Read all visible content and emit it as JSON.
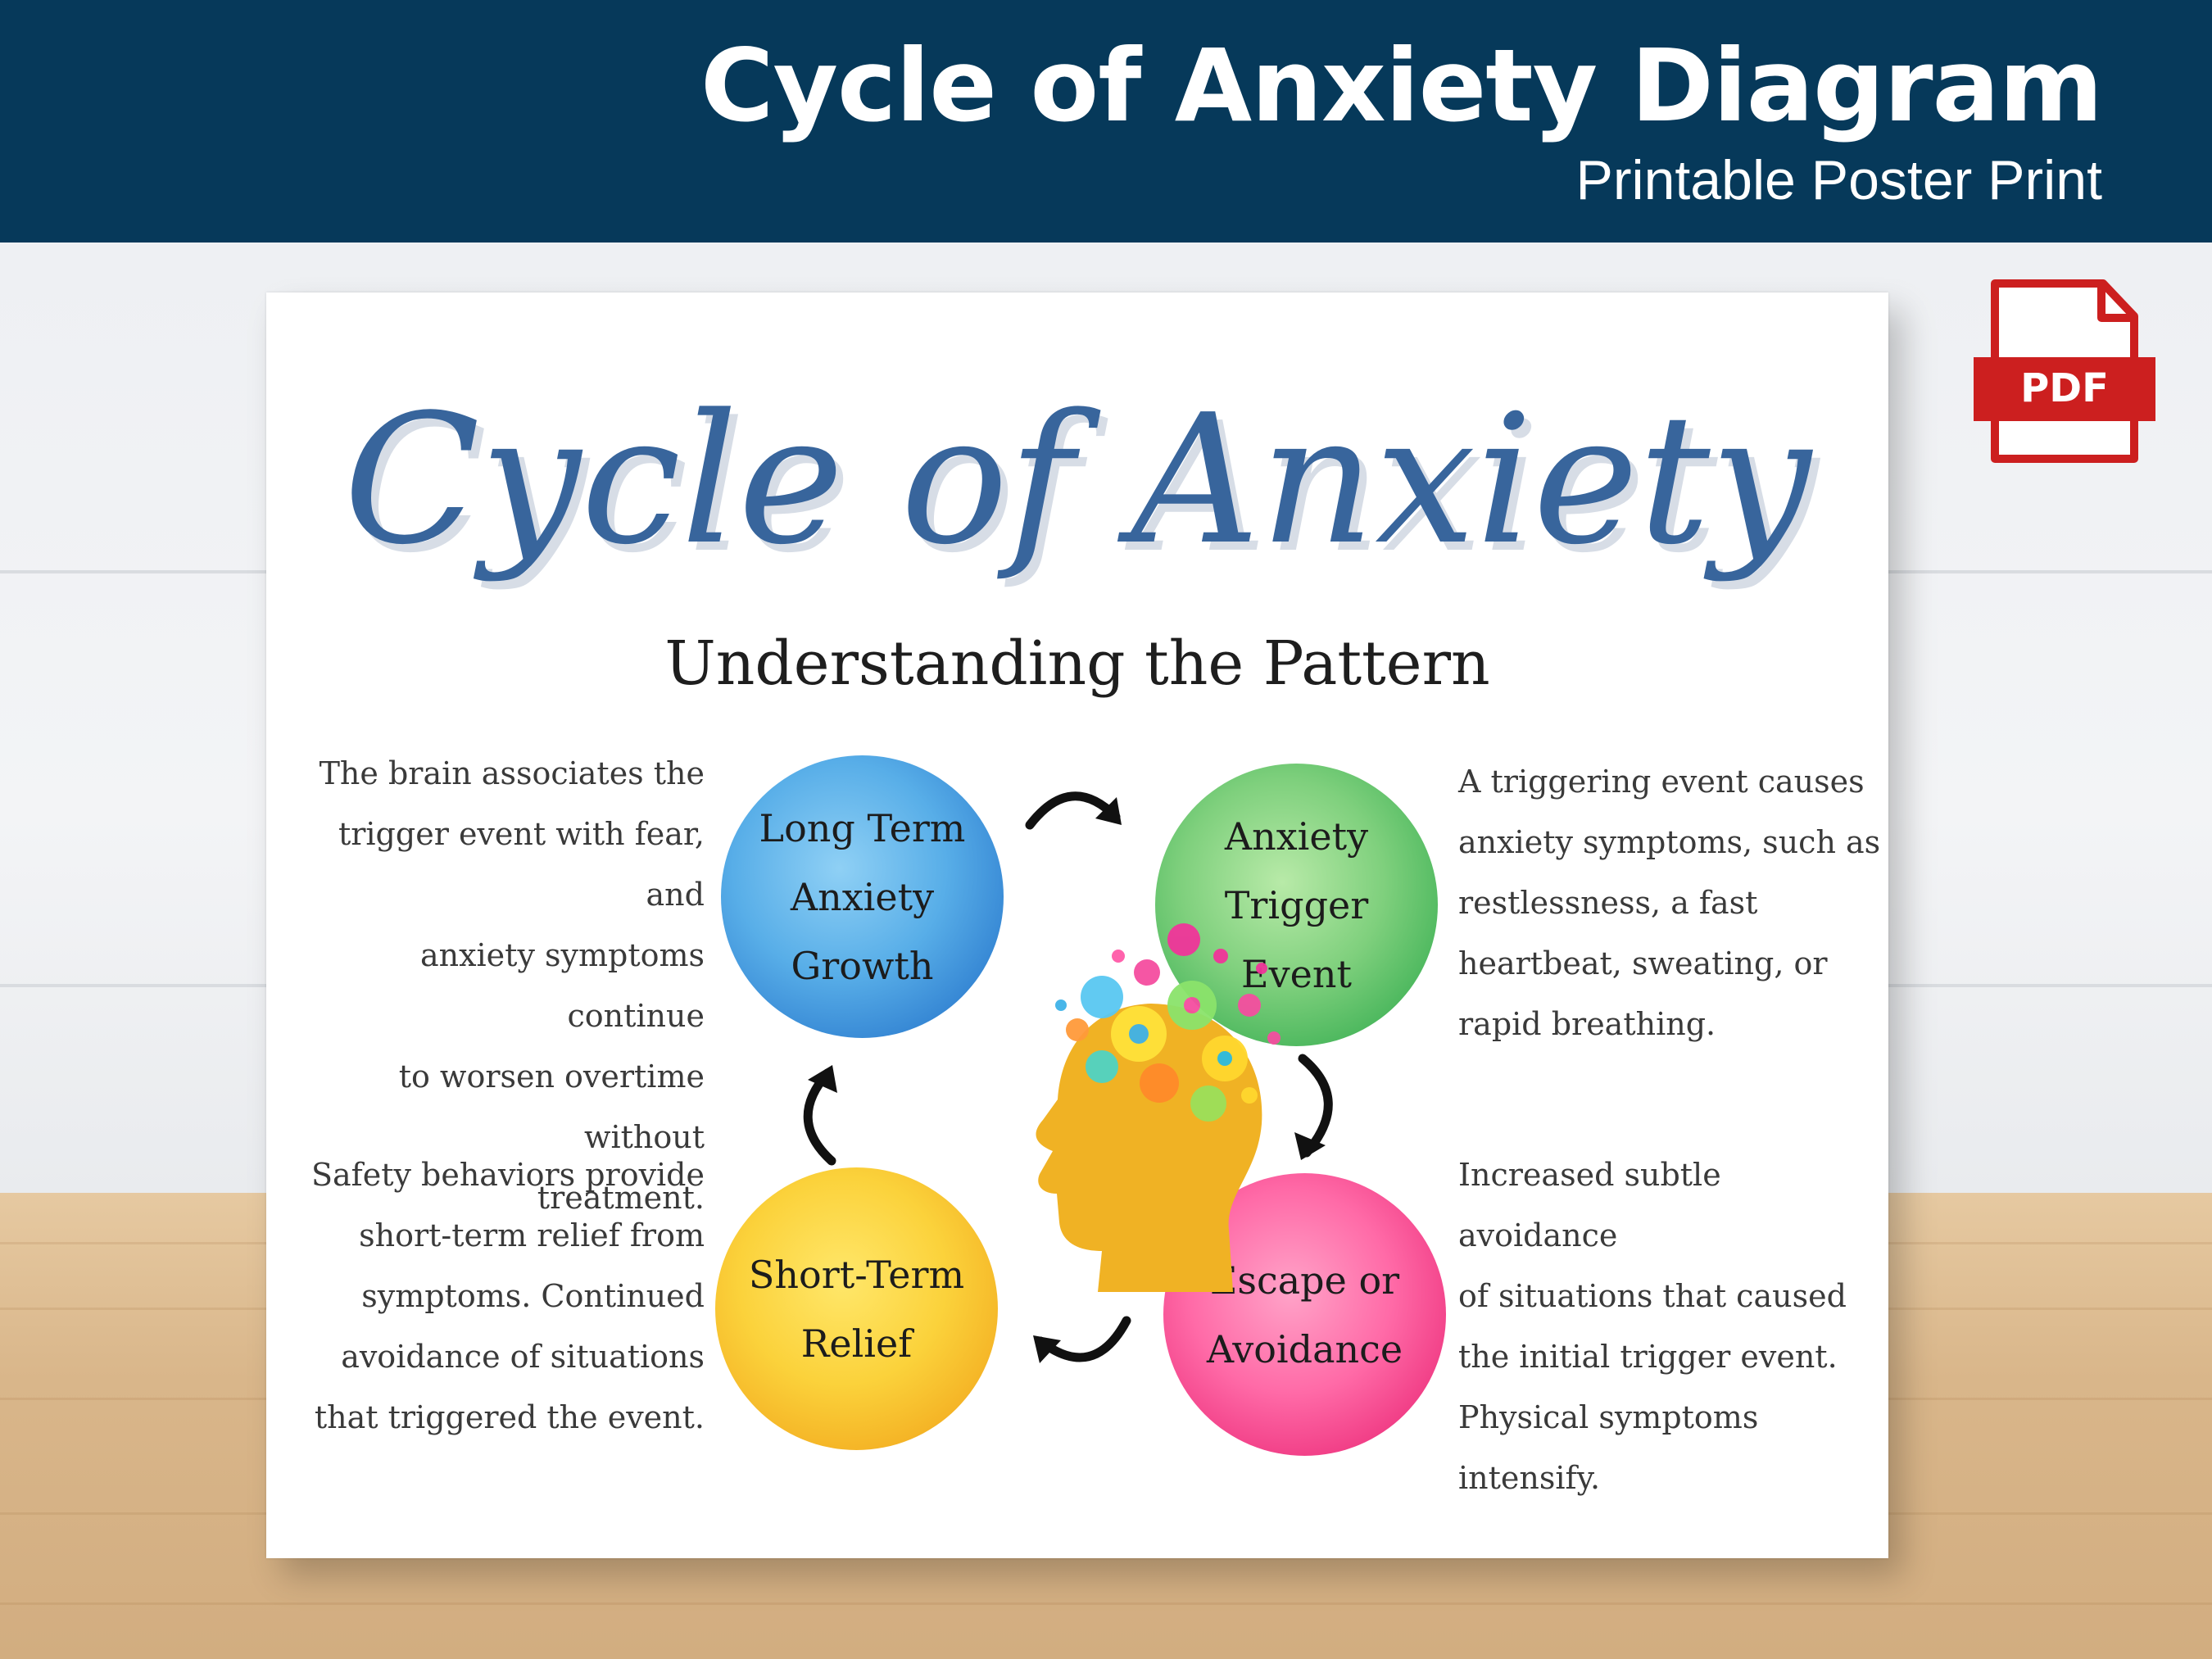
{
  "header": {
    "title": "Cycle of Anxiety Diagram",
    "subtitle": "Printable Poster Print"
  },
  "badge": {
    "label": "PDF",
    "color": "#cc1f1f"
  },
  "poster": {
    "title": "Cycle of Anxiety",
    "subtitle": "Understanding the Pattern",
    "stages": [
      {
        "label": "Long Term\nAnxiety\nGrowth",
        "color": "#4a9be0"
      },
      {
        "label": "Anxiety\nTrigger\nEvent",
        "color": "#5cc26a"
      },
      {
        "label": "Escape or\nAvoidance",
        "color": "#f04a8e"
      },
      {
        "label": "Short-Term\nRelief",
        "color": "#f7c031"
      }
    ],
    "descriptions": {
      "long_term": "The brain associates the\ntrigger event with fear, and\nanxiety symptoms continue\nto worsen overtime without\ntreatment.",
      "trigger": "A triggering event causes\nanxiety symptoms, such as\nrestlessness, a fast\nheartbeat, sweating, or\nrapid breathing.",
      "escape": "Increased subtle avoidance\nof situations that caused\nthe initial trigger event.\nPhysical symptoms\nintensify.",
      "relief": "Safety behaviors provide\nshort-term relief from\nsymptoms. Continued\navoidance of situations\nthat triggered the event."
    }
  },
  "colors": {
    "header_bg": "#06395a",
    "title_blue": "#38659c",
    "head_fill": "#f0b224"
  }
}
